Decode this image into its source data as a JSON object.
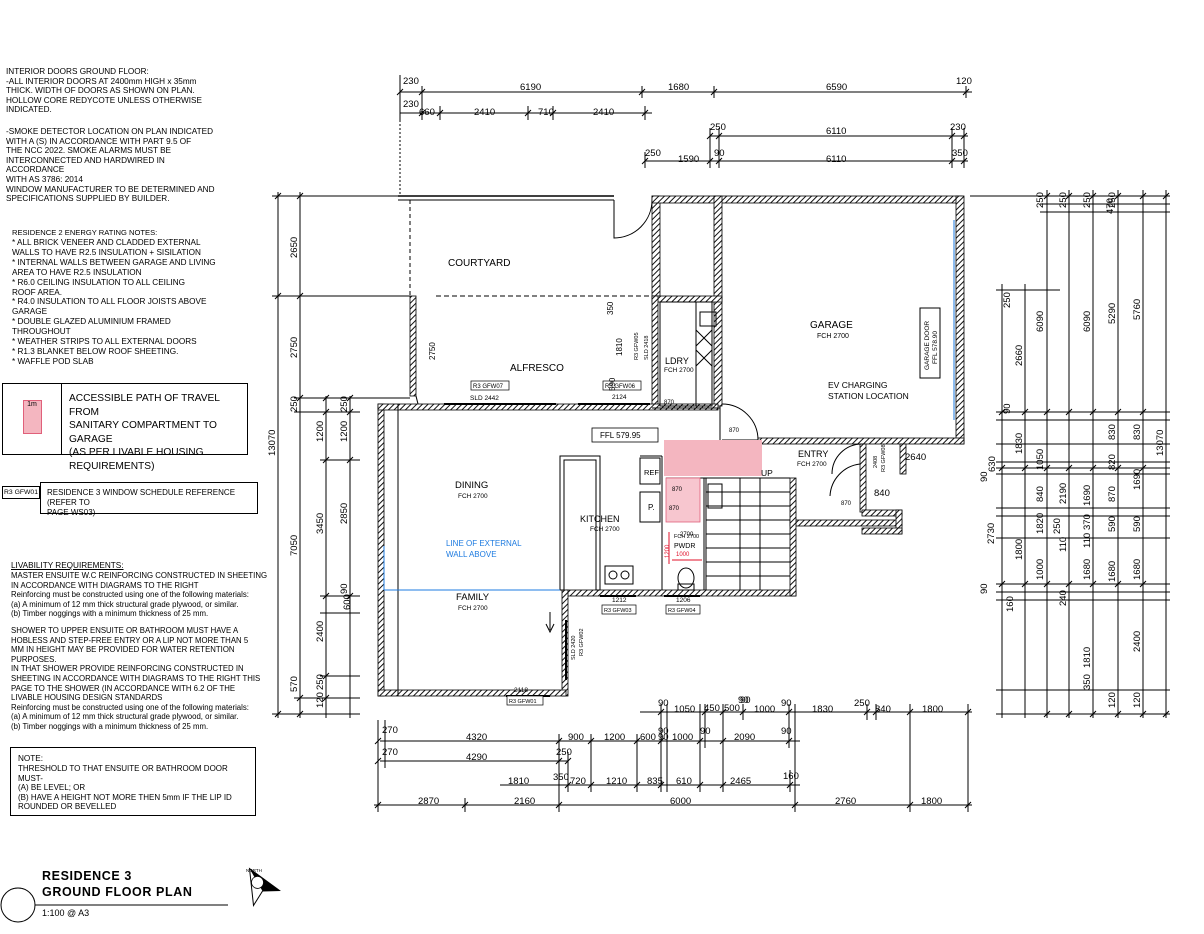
{
  "notes": {
    "interior_doors": "INTERIOR DOORS GROUND FLOOR:\n-ALL INTERIOR DOORS AT 2400mm HIGH x 35mm\nTHICK. WIDTH OF DOORS AS SHOWN ON PLAN.\nHOLLOW CORE REDYCOTE UNLESS OTHERWISE\nINDICATED.",
    "smoke_detector": "-SMOKE DETECTOR LOCATION ON PLAN INDICATED\nWITH A (S)  IN ACCORDANCE WITH PART 9.5 OF\nTHE NCC 2022. SMOKE ALARMS MUST BE\nINTERCONNECTED AND HARDWIRED IN ACCORDANCE\nWITH AS 3786: 2014\nWINDOW MANUFACTURER TO BE DETERMINED AND\nSPECIFICATIONS SUPPLIED BY BUILDER.",
    "energy_title": "RESIDENCE 2 ENERGY RATING NOTES:",
    "energy_items": "* ALL BRICK VENEER AND CLADDED EXTERNAL\n  WALLS TO HAVE R2.5 INSULATION + SISILATION\n* INTERNAL WALLS BETWEEN GARAGE AND LIVING\n  AREA TO HAVE R2.5 INSULATION\n* R6.0 CEILING INSULATION TO ALL CEILING\n  ROOF AREA.\n* R4.0 INSULATION TO ALL FLOOR JOISTS ABOVE\n  GARAGE\n* DOUBLE GLAZED ALUMINIUM FRAMED\n  THROUGHOUT\n* WEATHER STRIPS TO ALL EXTERNAL DOORS\n* R1.3 BLANKET BELOW ROOF SHEETING.\n* WAFFLE POD SLAB",
    "accessible_text": "ACCESSIBLE PATH OF TRAVEL FROM\nSANITARY COMPARTMENT TO GARAGE\n(AS PER LIVABLE HOUSING\nREQUIREMENTS)",
    "accessible_tag": "1m",
    "window_tag": "R3 GFW01",
    "window_ref": "RESIDENCE 3 WINDOW SCHEDULE REFERENCE  (REFER TO\nPAGE WS03)",
    "livability_title": "LIVABILITY REQUIREMENTS:",
    "livability_text": "MASTER ENSUITE W.C REINFORCING CONSTRUCTED IN SHEETING\nIN ACCORDANCE WITH DIAGRAMS TO THE RIGHT\nReinforcing must be constructed using one of the following materials:\n(a)  A minimum of 12 mm thick structural grade plywood, or similar.\n(b)  Timber noggings with a minimum thickness of 25 mm.",
    "shower_text": "SHOWER TO UPPER ENSUITE OR BATHROOM MUST HAVE A\nHOBLESS AND STEP-FREE ENTRY OR A LIP NOT MORE THAN 5\nMM IN HEIGHT MAY BE PROVIDED FOR WATER RETENTION\nPURPOSES.\nIN THAT SHOWER PROVIDE REINFORCING CONSTRUCTED IN\nSHEETING IN ACCORDANCE WITH DIAGRAMS TO THE RIGHT THIS\nPAGE TO THE SHOWER (IN ACCORDANCE WITH 6.2 OF THE\nLIVABLE HOUSING DESIGN STANDARDS\nReinforcing must be constructed using one of the following materials:\n(a)  A minimum of 12 mm thick structural grade plywood, or similar.\n(b)  Timber noggings with a minimum thickness of 25 mm.",
    "threshold_title": "NOTE:",
    "threshold_text": "THRESHOLD TO THAT ENSUITE OR BATHROOM DOOR MUST-\n  (A)  BE LEVEL; OR\n  (B)  HAVE A HEIGHT NOT MORE THEN 5mm IF THE LIP ID\n         ROUNDED OR BEVELLED"
  },
  "title_block": {
    "line1": "RESIDENCE 3",
    "line2": "GROUND FLOOR PLAN",
    "scale": "1:100 @ A3",
    "north": "NORTH"
  },
  "rooms": {
    "courtyard": "COURTYARD",
    "alfresco": "ALFRESCO",
    "garage": "GARAGE",
    "garage_fch": "FCH 2700",
    "ldry": "LDRY",
    "ldry_fch": "FCH 2700",
    "ev": "EV CHARGING\nSTATION LOCATION",
    "garage_door": "GARAGE DOOR",
    "garage_door_ffl": "FFL 578.90",
    "ffl": "FFL 579.95",
    "entry": "ENTRY",
    "entry_fch": "FCH 2700",
    "dining": "DINING",
    "dining_fch": "FCH 2700",
    "kitchen": "KITCHEN",
    "kitchen_fch": "FCH 2700",
    "family": "FAMILY",
    "family_fch": "FCH 2700",
    "pwdr": "PWDR",
    "pwdr_fch": "FCH 2700",
    "line_external": "LINE OF EXTERNAL\nWALL ABOVE",
    "ref": "REF",
    "pantry": "P.",
    "up": "UP"
  },
  "tags": {
    "w07": "R3 GFW07",
    "sld_2442": "SLD 2442",
    "w06": "R3 GFW06",
    "n2124": "2124",
    "w05": "R3 GFW05",
    "sld_2418": "SLD 2418",
    "w03": "R3 GFW03",
    "n1212": "1212",
    "w04": "R3 GFW04",
    "n1206": "1206",
    "w02": "R3 GFW02",
    "sld_2420": "SLD 2420",
    "w01": "R3 GFW01",
    "n2118": "2118",
    "w08": "R3 GFW08",
    "n2408": "2408",
    "d870a": "870",
    "d870b": "870",
    "d870c": "870",
    "d870d": "870",
    "d590": "590",
    "d350": "350",
    "d1810": "1810",
    "d2750": "2750"
  },
  "dims_top": {
    "r1": [
      "230",
      "6190",
      "1680",
      "6590",
      "120"
    ],
    "r2": [
      "230",
      "660",
      "2410",
      "710",
      "2410"
    ],
    "r3": [
      "250",
      "6110",
      "230"
    ],
    "r4": [
      "250",
      "1590",
      "90",
      "6110",
      "350"
    ]
  },
  "dims_left": {
    "outer": [
      "2650",
      "2750",
      "13070",
      "7050",
      "570"
    ],
    "inner": [
      "250",
      "1200",
      "3450",
      "90",
      "2400",
      "250",
      "600",
      "120",
      "2850",
      "1200",
      "250"
    ]
  },
  "dims_right": {
    "a": [
      "250",
      "250",
      "250",
      "250",
      "470"
    ],
    "b": [
      "250",
      "2660",
      "90",
      "1830",
      "630",
      "90",
      "2730",
      "1800",
      "90",
      "160"
    ],
    "c": [
      "6090",
      "6090",
      "5290",
      "5760",
      "13070"
    ],
    "d": [
      "1050",
      "840",
      "1820",
      "1000",
      "2190",
      "250",
      "110",
      "1680",
      "240",
      "1810",
      "350",
      "120"
    ],
    "e": [
      "830",
      "820",
      "1690",
      "870",
      "370",
      "590",
      "1680",
      "2400",
      "120",
      "830",
      "1690",
      "590",
      "1680",
      "110"
    ]
  },
  "dims_bottom": {
    "r1": [
      "90",
      "1050",
      "450",
      "500",
      "90",
      "1000",
      "90",
      "1830",
      "250",
      "840",
      "1800",
      "90",
      "90"
    ],
    "r2": [
      "270",
      "4320",
      "900",
      "1200",
      "600",
      "1000",
      "90",
      "2090",
      "90",
      "90"
    ],
    "r3": [
      "270",
      "4290",
      "250"
    ],
    "r4": [
      "1810",
      "350",
      "720",
      "1210",
      "835",
      "610",
      "2465",
      "160"
    ],
    "r5": [
      "2870",
      "2160",
      "6000",
      "2760",
      "1800"
    ],
    "misc": [
      "2640",
      "840",
      "870",
      "2700",
      "1000",
      "1200"
    ]
  },
  "colors": {
    "ink": "#000000",
    "wall_hatch": "#111111",
    "accessible_fill": "#f4b6c0",
    "accessible_edge": "#e0607a",
    "blue_line": "#1e7be0",
    "red_mark": "#e0102a"
  }
}
